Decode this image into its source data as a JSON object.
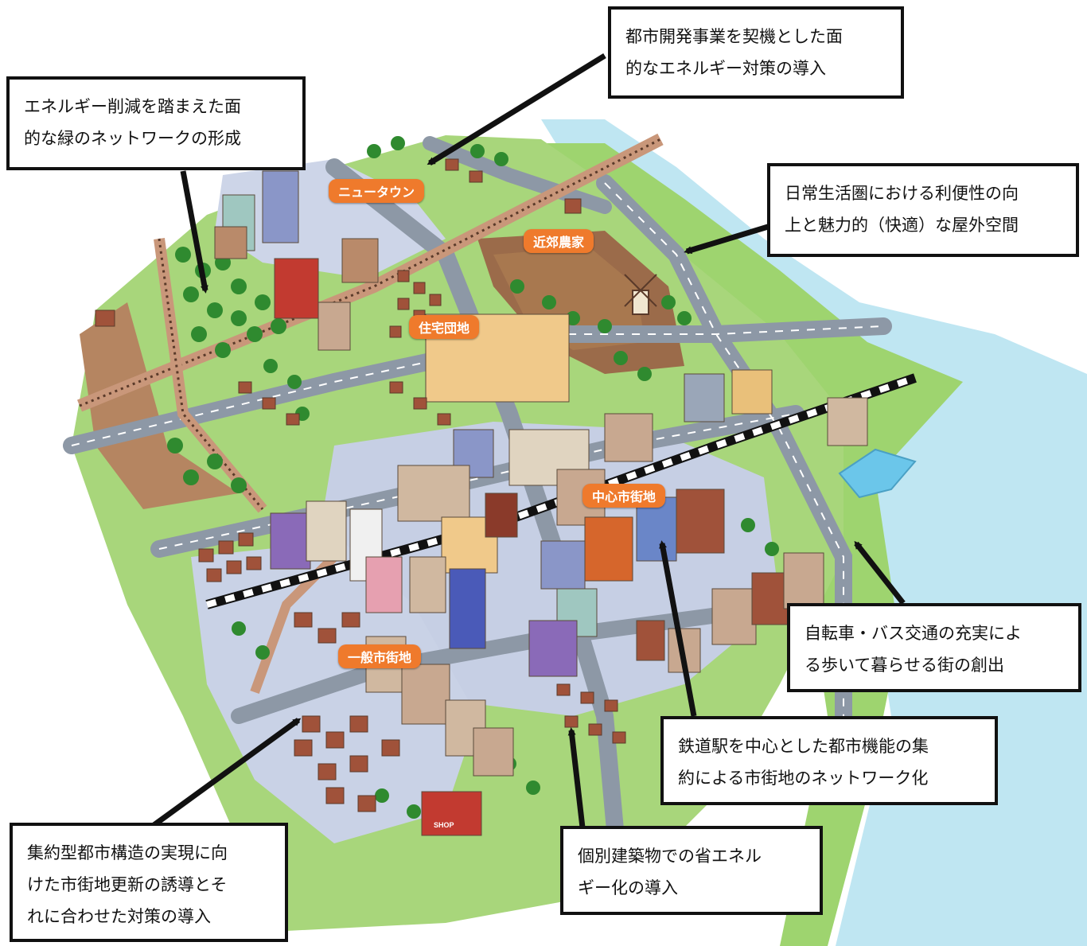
{
  "colors": {
    "grass": "#8fd06a",
    "grass_light": "#b7e08a",
    "road": "#8d98a6",
    "road_line": "#ffffff",
    "river": "#bfe6f2",
    "district_label": "#ef7a2c",
    "rail": "#b98a6a",
    "farm": "#9b6b4a",
    "building_brick": "#a0523a",
    "building_blue": "#6a86c8",
    "building_beige": "#e9c07a",
    "tree": "#2f8a2f"
  },
  "districts": {
    "newtown": "ニュータウン",
    "suburb_farm": "近郊農家",
    "housing": "住宅団地",
    "central": "中心市街地",
    "general": "一般市街地"
  },
  "callouts": {
    "top_center": "都市開発事業を契機とした面\n的なエネルギー対策の導入",
    "top_left": "エネルギー削減を踏まえた面\n的な緑のネットワークの形成",
    "right_top": "日常生活圏における利便性の向\n上と魅力的（快適）な屋外空間",
    "right_mid": "自転車・バス交通の充実によ\nる歩いて暮らせる街の創出",
    "right_low": "鉄道駅を中心とした都市機能の集\n約による市街地のネットワーク化",
    "bottom_center": "個別建築物での省エネル\nギー化の導入",
    "bottom_left": "集約型都市構造の実現に向\nけた市街地更新の誘導とそ\nれに合わせた対策の導入"
  },
  "shop_sign": "SHOP"
}
